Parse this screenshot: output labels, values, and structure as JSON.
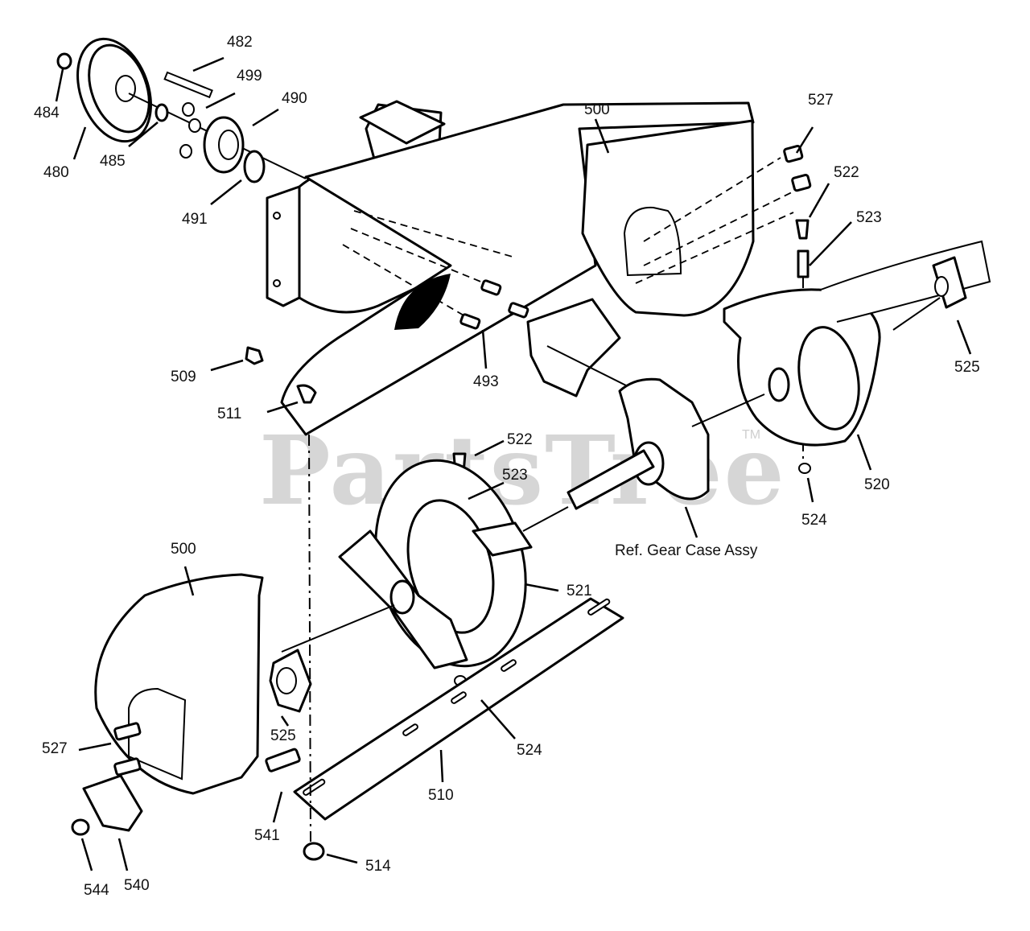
{
  "watermark": {
    "text": "PartsTree",
    "tm": "TM",
    "color": "#d6d6d6"
  },
  "labels": {
    "l480": "480",
    "l482": "482",
    "l484": "484",
    "l485": "485",
    "l490": "490",
    "l491": "491",
    "l493": "493",
    "l499": "499",
    "l500_top": "500",
    "l500_bottom": "500",
    "l509": "509",
    "l510": "510",
    "l511": "511",
    "l514": "514",
    "l520": "520",
    "l521": "521",
    "l522_right": "522",
    "l522_center": "522",
    "l523_right": "523",
    "l523_center": "523",
    "l524_right": "524",
    "l524_bottom": "524",
    "l525_right": "525",
    "l525_left": "525",
    "l527_top": "527",
    "l527_left": "527",
    "l540": "540",
    "l541": "541",
    "l544": "544"
  },
  "ref_note": "Ref. Gear Case Assy"
}
